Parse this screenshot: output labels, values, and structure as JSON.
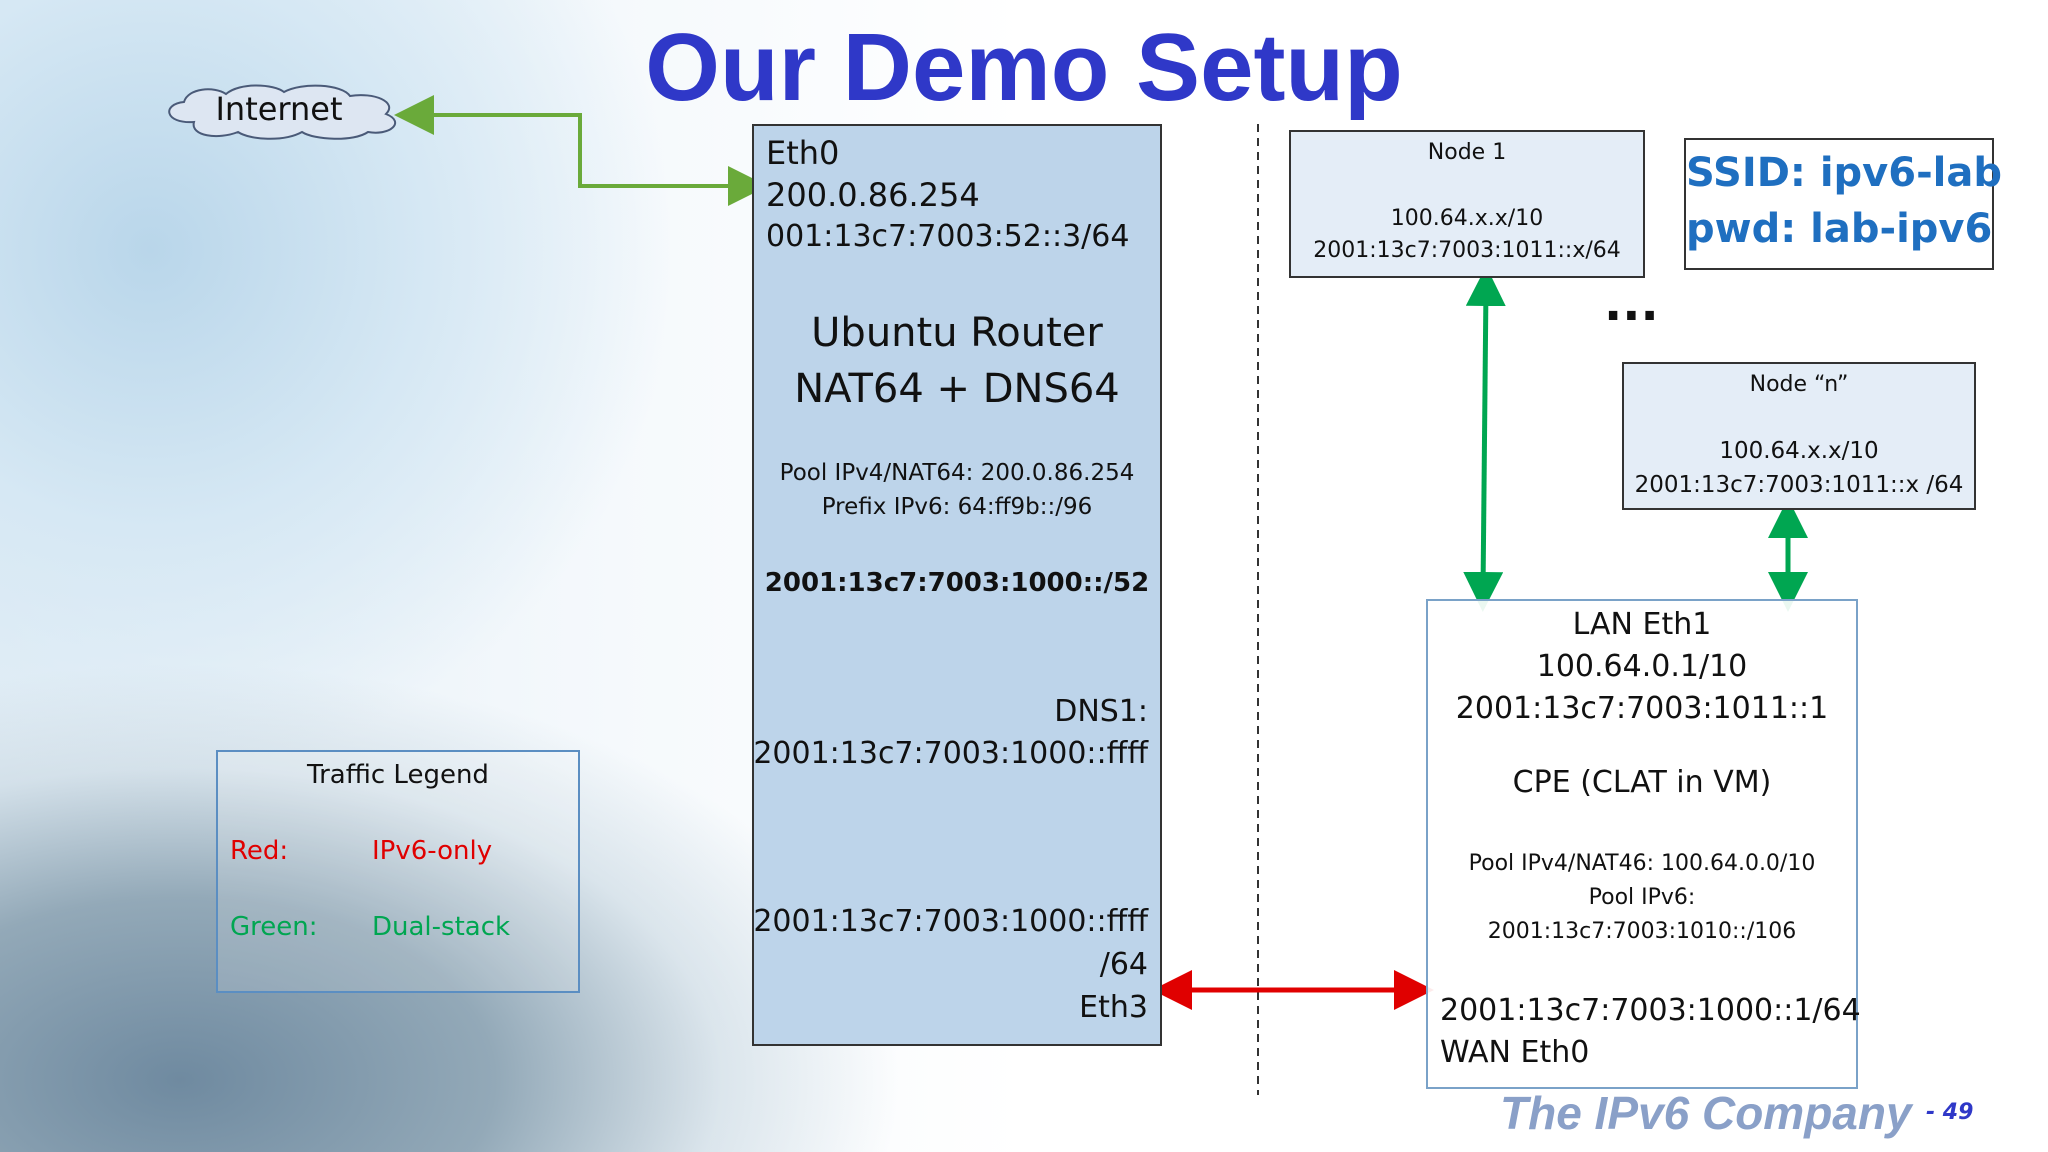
{
  "slide": {
    "title": "Our Demo Setup",
    "page_number": "- 49",
    "logo_text": "The IPv6 Company"
  },
  "internet": {
    "label": "Internet"
  },
  "router": {
    "eth0_label": "Eth0",
    "eth0_ipv4": "200.0.86.254",
    "eth0_ipv6": "001:13c7:7003:52::3/64",
    "name_line1": "Ubuntu Router",
    "name_line2": "NAT64 + DNS64",
    "pool_ipv4": "Pool IPv4/NAT64: 200.0.86.254",
    "prefix_ipv6": "Prefix IPv6: 64:ff9b::/96",
    "subnet": "2001:13c7:7003:1000::/52",
    "dns_label": "DNS1:",
    "dns_addr": "2001:13c7:7003:1000::ffff",
    "eth3_addr": "2001:13c7:7003:1000::ffff",
    "eth3_prefix": "/64",
    "eth3_label": "Eth3"
  },
  "node1": {
    "title": "Node 1",
    "ipv4": "100.64.x.x/10",
    "ipv6": "2001:13c7:7003:1011::x/64"
  },
  "ellipsis": "...",
  "node_n": {
    "title": "Node “n”",
    "ipv4": "100.64.x.x/10",
    "ipv6": "2001:13c7:7003:1011::x /64"
  },
  "wifi": {
    "ssid": "SSID: ipv6-lab",
    "pwd": "pwd: lab-ipv6"
  },
  "cpe": {
    "lan_label": "LAN Eth1",
    "lan_ipv4": "100.64.0.1/10",
    "lan_ipv6": "2001:13c7:7003:1011::1",
    "name": "CPE (CLAT in VM)",
    "pool_ipv4": "Pool IPv4/NAT46: 100.64.0.0/10",
    "pool_ipv6_label": "Pool IPv6:",
    "pool_ipv6": "2001:13c7:7003:1010::/106",
    "wan_addr": "2001:13c7:7003:1000::1/64",
    "wan_label": "WAN Eth0"
  },
  "legend": {
    "title": "Traffic Legend",
    "red_key": "Red:",
    "red_value": "IPv6-only",
    "green_key": "Green:",
    "green_value": "Dual-stack"
  },
  "colors": {
    "title": "#2f38c8",
    "dual_stack": "#00a651",
    "ipv6_only": "#e00000",
    "internet_link": "#6aaa3a",
    "ssid_text": "#1f6fc0",
    "logo": "#8aa0c8"
  }
}
